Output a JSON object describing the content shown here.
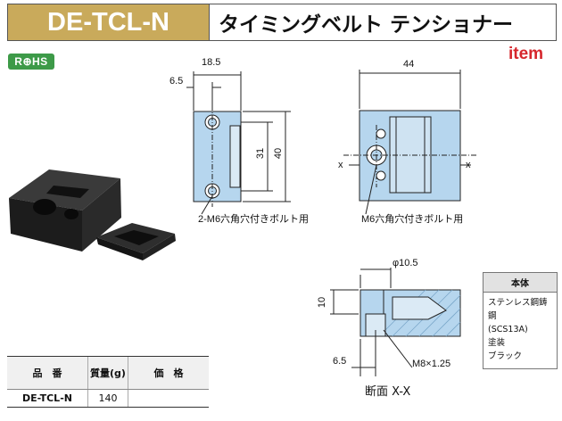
{
  "header": {
    "code": "DE-TCL-N",
    "name": "タイミングベルト テンショナー"
  },
  "badges": {
    "rohs": "R⊕HS",
    "logo": "item"
  },
  "dims": {
    "side_width": "18.5",
    "side_offset": "6.5",
    "side_pitch": "31",
    "side_height": "40",
    "side_note": "2-M6六角穴付きボルト用",
    "front_width": "44",
    "front_x": "x",
    "front_note": "M6六角穴付きボルト用",
    "sec_dia": "φ10.5",
    "sec_height": "10",
    "sec_offset": "6.5",
    "sec_thread": "M8×1.25",
    "sec_caption": "断面 X-X"
  },
  "spec": {
    "header": "本体",
    "lines": [
      "ステンレス鋼鋳鋼",
      "(SCS13A)",
      "塗装",
      "ブラック"
    ]
  },
  "table": {
    "headers": [
      "品　番",
      "質量(g)",
      "価　格"
    ],
    "row": {
      "code": "DE-TCL-N",
      "mass": "140",
      "price": ""
    }
  }
}
